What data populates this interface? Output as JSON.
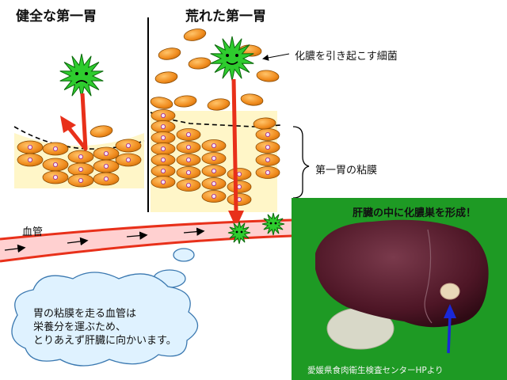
{
  "panels": {
    "healthy_title": "健全な第一胃",
    "rough_title": "荒れた第一胃"
  },
  "labels": {
    "bacteria": "化膿を引き起こす細菌",
    "mucosa": "第一胃の粘膜",
    "vessel": "血管"
  },
  "cloud_lines": [
    "胃の粘膜を走る血管は",
    "栄養分を運ぶため、",
    "とりあえず肝臓に向かいます。"
  ],
  "liver_title": "肝臓の中に化膿巣を形成！",
  "credit": "愛媛県食肉衛生検査センターHPより",
  "colors": {
    "cell_fill": "#f08c1e",
    "cell_stroke": "#8a4a00",
    "mucosa_bg": "#fff6c8",
    "bacteria": "#2ecc2e",
    "vessel": "#ffd0d0",
    "arrow_red": "#e8301a",
    "arrow_blue": "#1a28d8",
    "photo_bg": "#1e9a24",
    "liver": "#5a1e2e",
    "cloud": "#dff2ff"
  }
}
